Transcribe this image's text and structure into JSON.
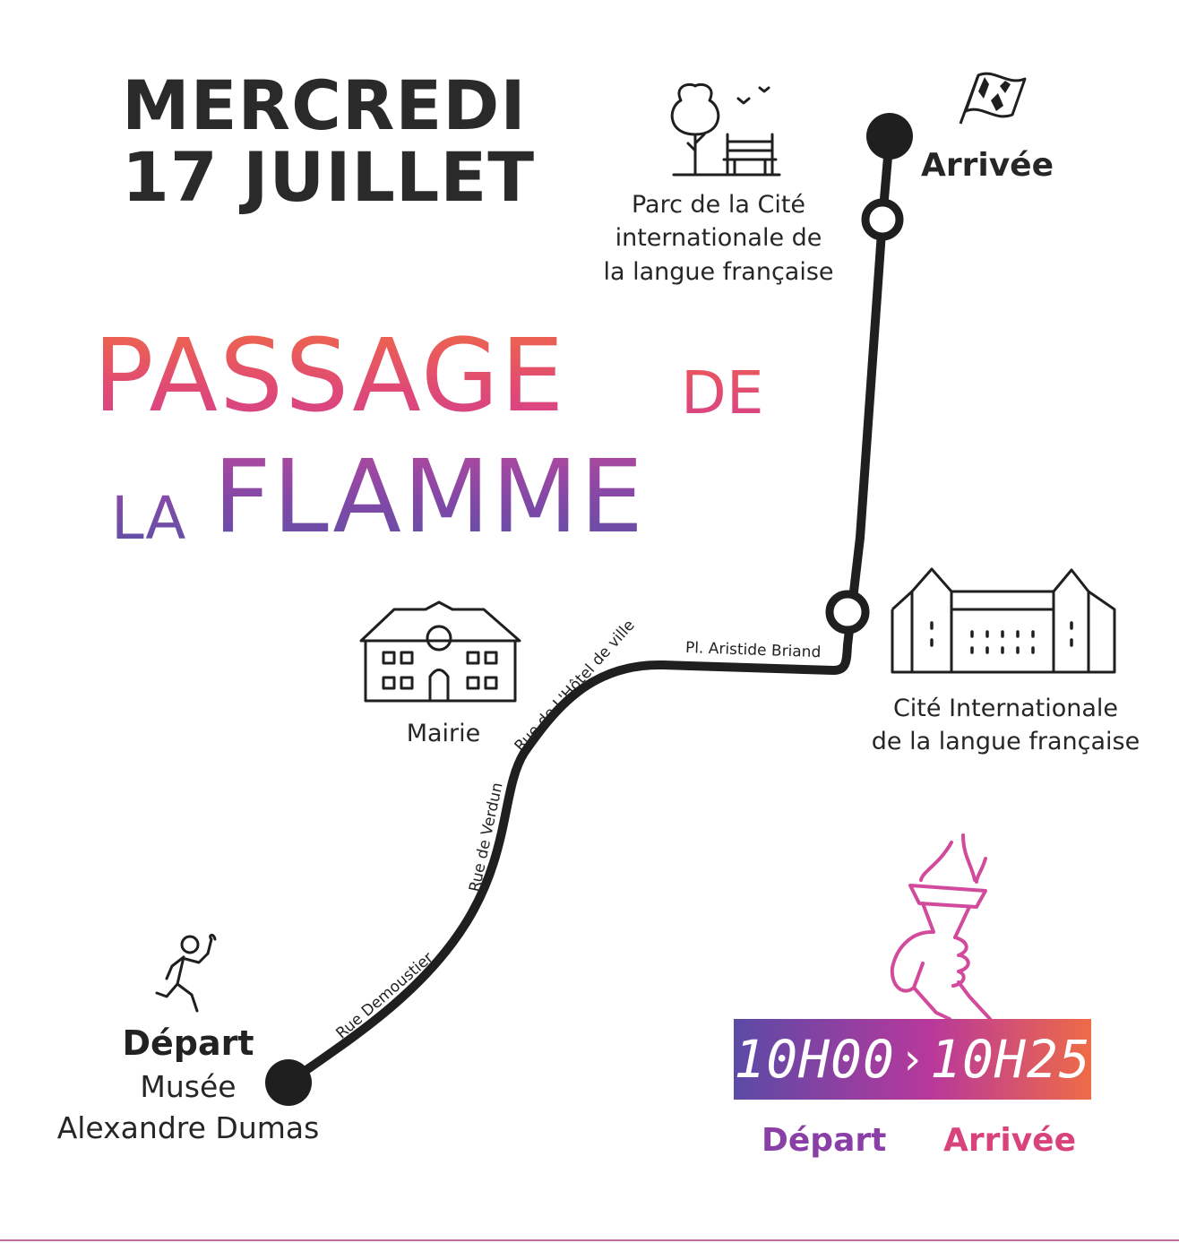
{
  "date": {
    "line1": "MERCREDI",
    "line2": "17 JUILLET"
  },
  "title": {
    "passage": "PASSAGE",
    "de": "DE",
    "la": "LA",
    "flamme": "FLAMME"
  },
  "places": {
    "parc": {
      "lines": [
        "Parc de la Cité",
        "internationale de",
        "la langue française"
      ]
    },
    "cite": {
      "lines": [
        "Cité Internationale",
        "de la langue française"
      ]
    },
    "mairie": "Mairie",
    "arrival": "Arrivée",
    "departure": {
      "label": "Départ",
      "lines": [
        "Musée",
        "Alexandre Dumas"
      ]
    }
  },
  "streets": {
    "demoustier": "Rue Demoustier",
    "verdun": "Rue de Verdun",
    "hotel_de_ville": "Rue de L'Hôtel de ville",
    "aristide": "Pl. Aristide Briand"
  },
  "schedule": {
    "start": "10H00",
    "end": "10H25",
    "start_label": "Départ",
    "end_label": "Arrivée"
  },
  "colors": {
    "route": "#1f1f1f",
    "orange": "#f06a46",
    "pink": "#d8437c",
    "purple": "#5b50a8",
    "torch": "#d24a9c"
  },
  "icons": [
    "park-tree-bench-icon",
    "finish-flag-icon",
    "town-hall-icon",
    "castle-icon",
    "runner-with-torch-icon",
    "torch-in-hand-icon"
  ]
}
